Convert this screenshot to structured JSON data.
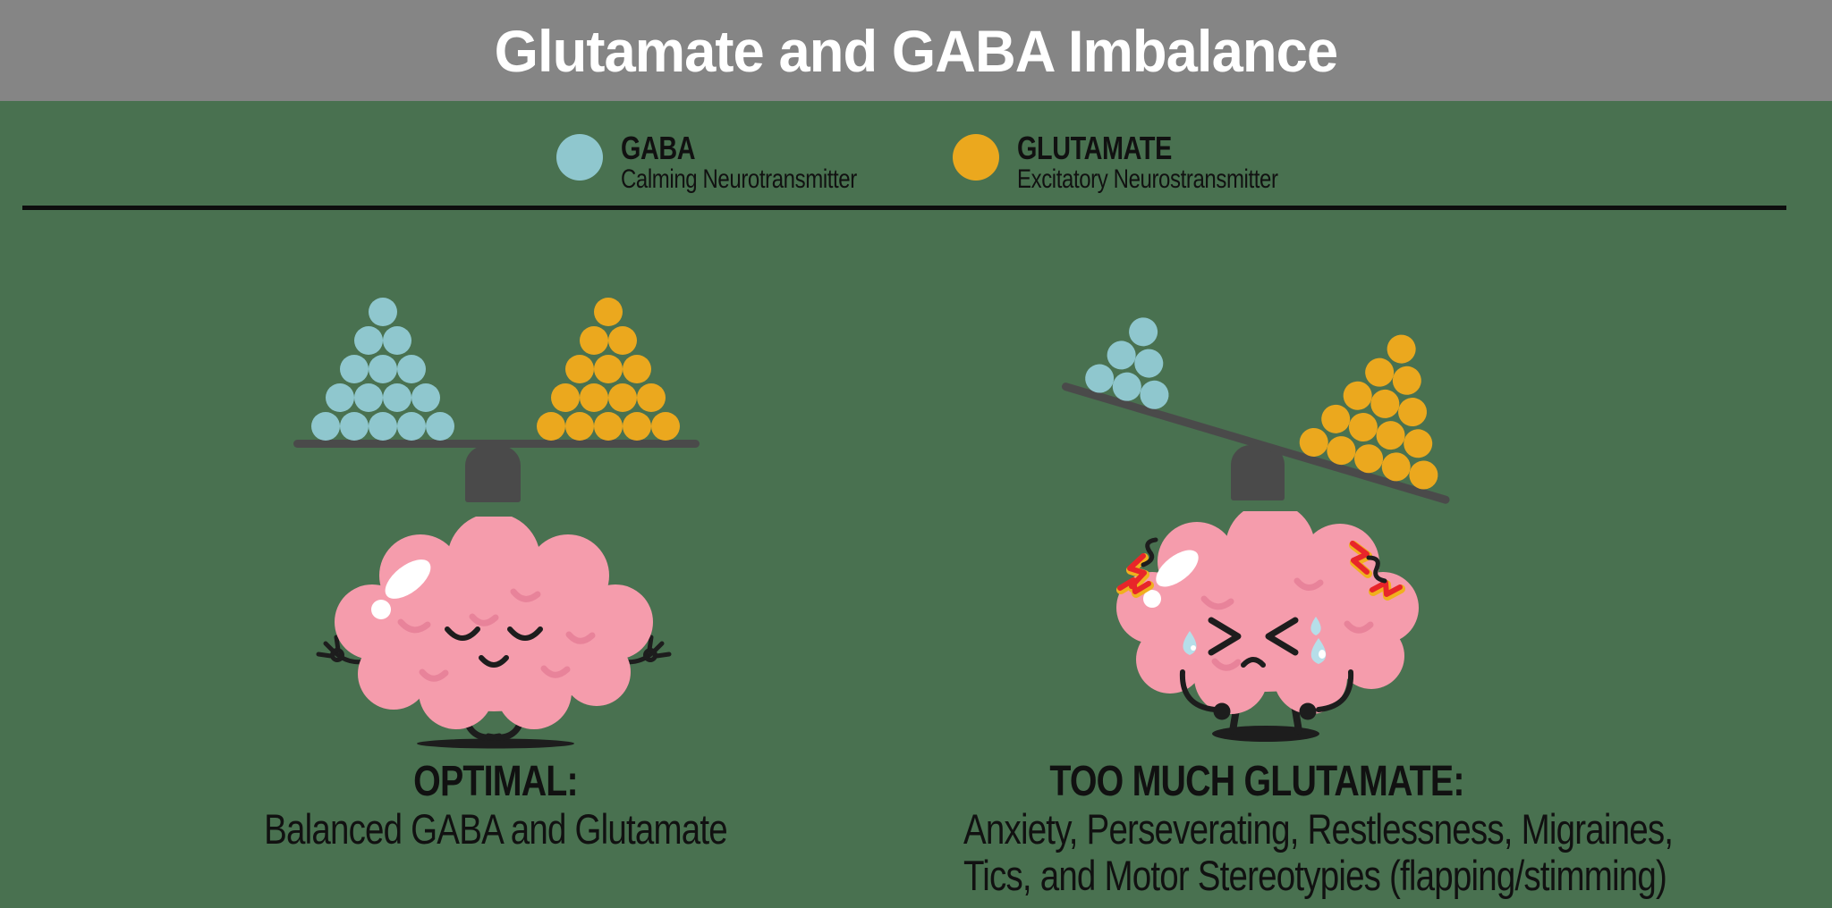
{
  "header": {
    "title": "Glutamate and GABA Imbalance"
  },
  "legend": {
    "gaba": {
      "label": "GABA",
      "description": "Calming Neurotransmitter"
    },
    "glutamate": {
      "label": "GLUTAMATE",
      "description": "Excitatory Neurostransmitter"
    }
  },
  "scenes": {
    "optimal": {
      "title": "OPTIMAL:",
      "description": "Balanced GABA and Glutamate",
      "tilt_deg": 0,
      "gaba_pyramid": {
        "count": 15,
        "rows": [
          1,
          2,
          3,
          4,
          5
        ]
      },
      "glutamate_pyramid": {
        "count": 15,
        "rows": [
          1,
          2,
          3,
          4,
          5
        ]
      }
    },
    "too_much": {
      "title": "TOO MUCH GLUTAMATE:",
      "description_line1": "Anxiety, Perseverating, Restlessness, Migraines,",
      "description_line2": "Tics, and Motor Stereotypies (flapping/stimming)",
      "tilt_deg": 16.6,
      "gaba_pyramid": {
        "count": 6,
        "rows": [
          1,
          2,
          3
        ]
      },
      "glutamate_pyramid": {
        "count": 15,
        "rows": [
          1,
          2,
          3,
          4,
          5
        ]
      }
    }
  },
  "colors": {
    "background": "#497150",
    "header_bar": "#858585",
    "header_text": "#ffffff",
    "text": "#111111",
    "gaba": "#8fc7ce",
    "glutamate": "#eba81e",
    "scale": "#4a4a4a",
    "divider": "#0d0d0d",
    "brain_pink": "#f59cac",
    "brain_pink_dark": "#e8839a",
    "tear_blue": "#b6dee9",
    "stress_red": "#e8252a",
    "stress_yellow": "#f0b01e",
    "limb_black": "#1d1d1d"
  }
}
